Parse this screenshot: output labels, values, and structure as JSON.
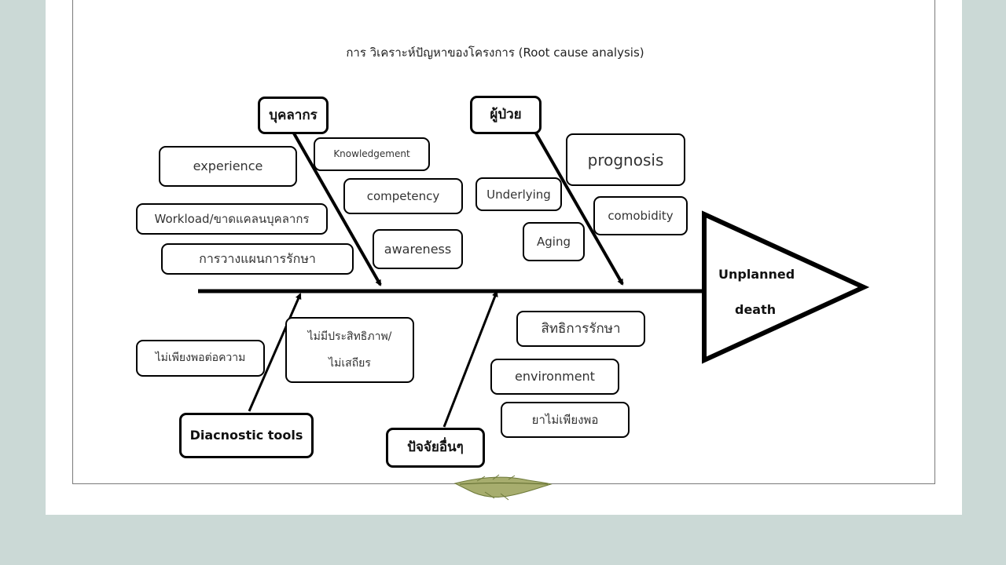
{
  "title": "การ วิเคราะห์ปัญหาของโครงการ (Root cause analysis)",
  "effect": {
    "line1": "Unplanned",
    "line2": "death"
  },
  "categories": {
    "personnel": {
      "label": "บุคลากร",
      "causes": [
        "experience",
        "Knowledgement",
        "competency",
        "Workload/ขาดแคลนบุคลากร",
        "การวางแผนการรักษา",
        "awareness"
      ]
    },
    "patient": {
      "label": "ผู้ป่วย",
      "causes": [
        "prognosis",
        "Underlying",
        "comobidity",
        "Aging"
      ]
    },
    "diagnostic_tools": {
      "label": "Diacnostic tools",
      "causes": [
        "ไม่เพียงพอต่อความ",
        [
          "ไม่มีประสิทธิภาพ/",
          "ไม่เสถียร"
        ]
      ]
    },
    "other_factors": {
      "label": "ปัจจัยอื่นๆ",
      "causes": [
        "สิทธิการรักษา",
        "environment",
        "ยาไม่เพียงพอ"
      ]
    }
  },
  "decoration": "leaf-ornament"
}
